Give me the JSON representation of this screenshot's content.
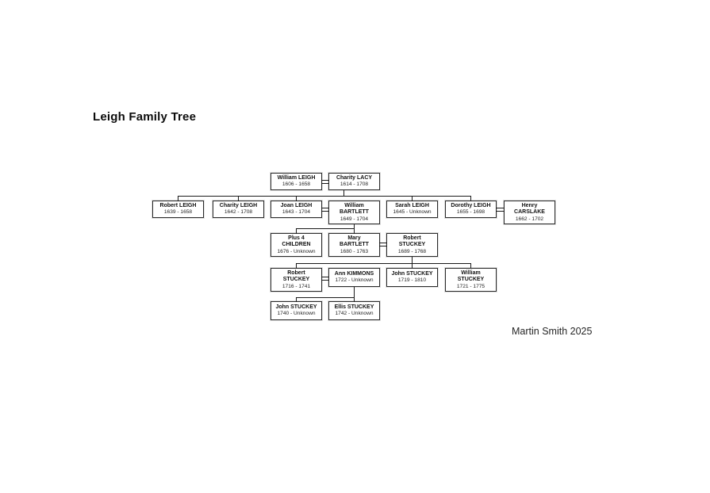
{
  "page": {
    "title": "Leigh Family Tree",
    "credit": "Martin Smith 2025"
  },
  "tree": {
    "people": [
      {
        "name": "William LEIGH",
        "dates": "1606 - 1658"
      },
      {
        "name": "Charity LACY",
        "dates": "1614 - 1708"
      },
      {
        "name": "Robert LEIGH",
        "dates": "1639 - 1658"
      },
      {
        "name": "Charity LEIGH",
        "dates": "1642 - 1708"
      },
      {
        "name": "Joan LEIGH",
        "dates": "1643 - 1704"
      },
      {
        "name": "William\nBARTLETT",
        "dates": "1649 - 1704"
      },
      {
        "name": "Sarah LEIGH",
        "dates": "1645 - Unknown"
      },
      {
        "name": "Dorothy LEIGH",
        "dates": "1655 - 1698"
      },
      {
        "name": "Henry\nCARSLAKE",
        "dates": "1662 - 1702"
      },
      {
        "name": "Plus 4\nCHILDREN",
        "dates": "1676 - Unknown"
      },
      {
        "name": "Mary\nBARTLETT",
        "dates": "1680 - 1763"
      },
      {
        "name": "Robert\nSTUCKEY",
        "dates": "1689 - 1768"
      },
      {
        "name": "Robert\nSTUCKEY",
        "dates": "1716 - 1741"
      },
      {
        "name": "Ann KIMMONS",
        "dates": "1722 - Unknown"
      },
      {
        "name": "John STUCKEY",
        "dates": "1719 - 1810"
      },
      {
        "name": "William\nSTUCKEY",
        "dates": "1721 - 1775"
      },
      {
        "name": "John STUCKEY",
        "dates": "1740 - Unknown"
      },
      {
        "name": "Ellis STUCKEY",
        "dates": "1742 - Unknown"
      }
    ]
  }
}
